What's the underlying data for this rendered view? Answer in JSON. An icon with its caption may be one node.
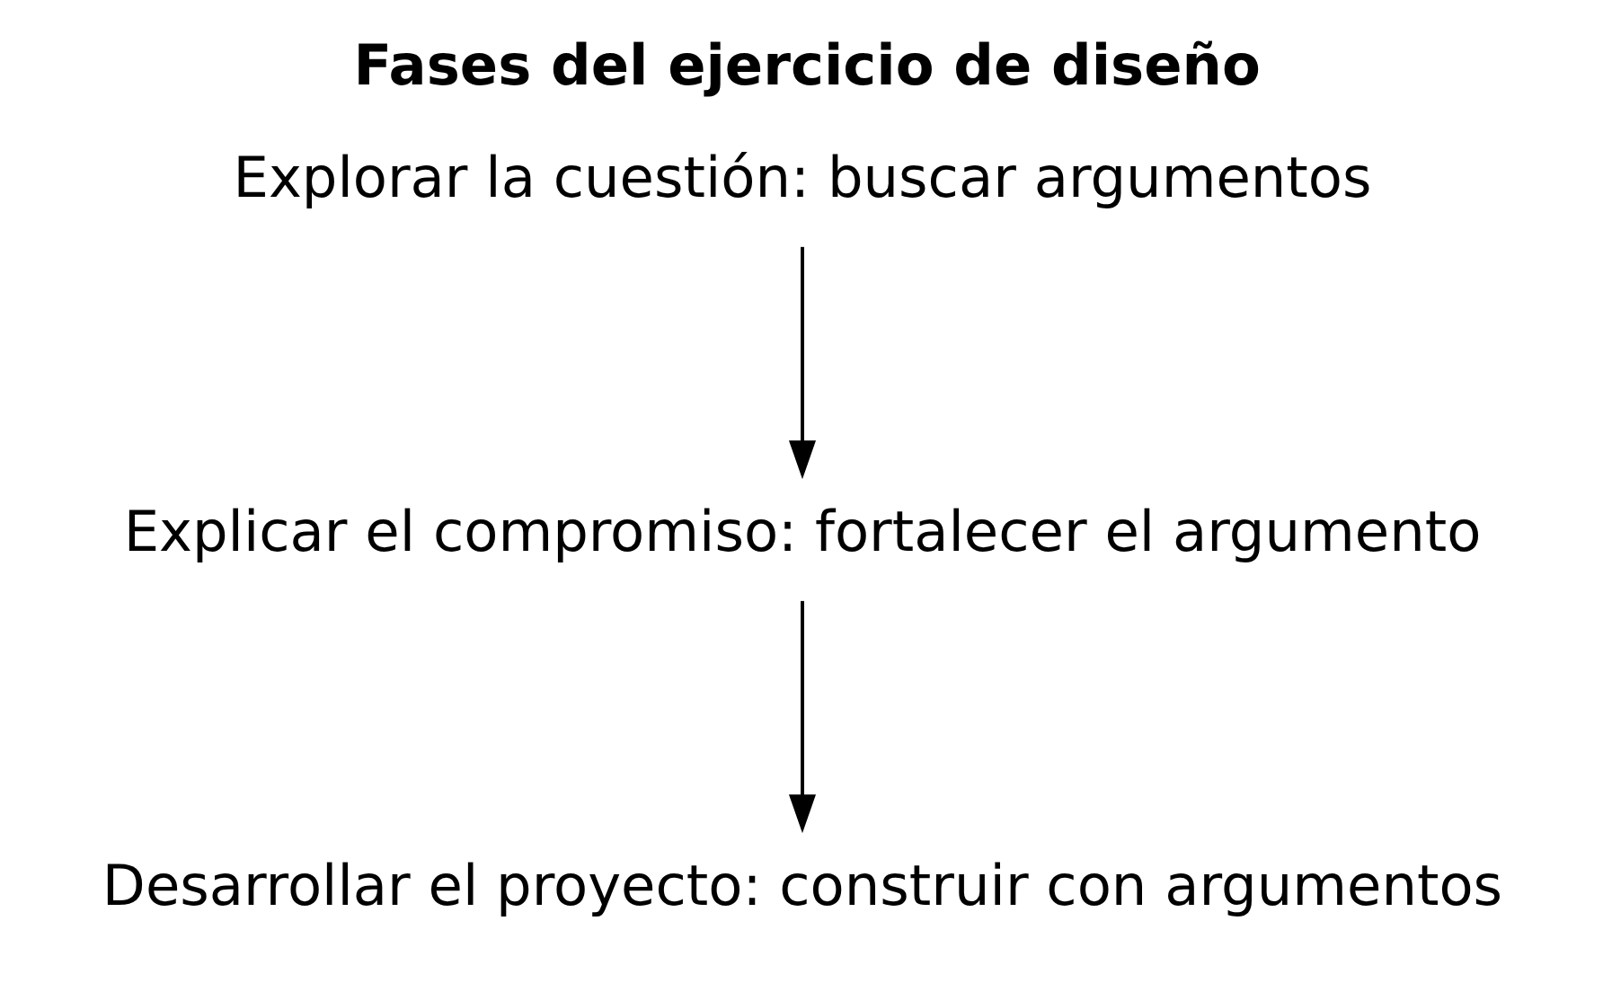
{
  "diagram": {
    "title": "Fases del ejercicio de diseño",
    "nodes": [
      {
        "text": [
          "Explorar la cuestión: buscar argumentos"
        ]
      },
      {
        "text": [
          "Explicar el compromiso: fortalecer el argumento"
        ]
      },
      {
        "text": [
          "Desarrollar el proyecto: construir con argumentos"
        ]
      }
    ],
    "edges": [
      {
        "from": 0,
        "to": 1,
        "arrow": "to"
      },
      {
        "from": 1,
        "to": 2,
        "arrow": "to"
      }
    ]
  }
}
